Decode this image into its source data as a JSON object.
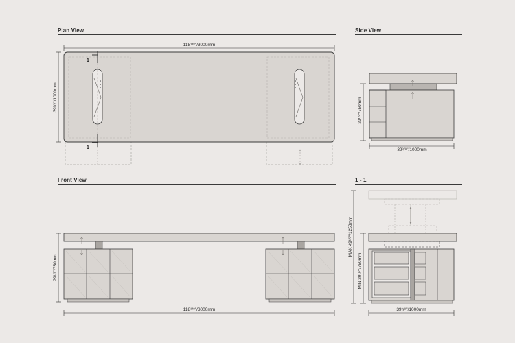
{
  "sections": {
    "plan": "Plan View",
    "side": "Side View",
    "front": "Front View",
    "section": "1 - 1"
  },
  "dimensions": {
    "plan_width": "118¹/⁸\"/3000mm",
    "plan_depth": "39³/⁸\"/1000mm",
    "side_height": "29¹/²\"/750mm",
    "side_depth": "39³/⁸\"/1000mm",
    "front_height": "29¹/²\"/750mm",
    "front_width": "118¹/⁸\"/3000mm",
    "section_max": "MAX 49¹/²\"/1250mm",
    "section_min": "MIN 29¹/²\"/750mm",
    "section_depth": "39³/⁸\"/1000mm"
  },
  "markers": {
    "cut_top": "1",
    "cut_bottom": "1"
  },
  "colors": {
    "background": "#ece9e7",
    "fill": "#d9d5d1",
    "line": "#3a3a3a",
    "dashed": "#a9a6a3"
  }
}
